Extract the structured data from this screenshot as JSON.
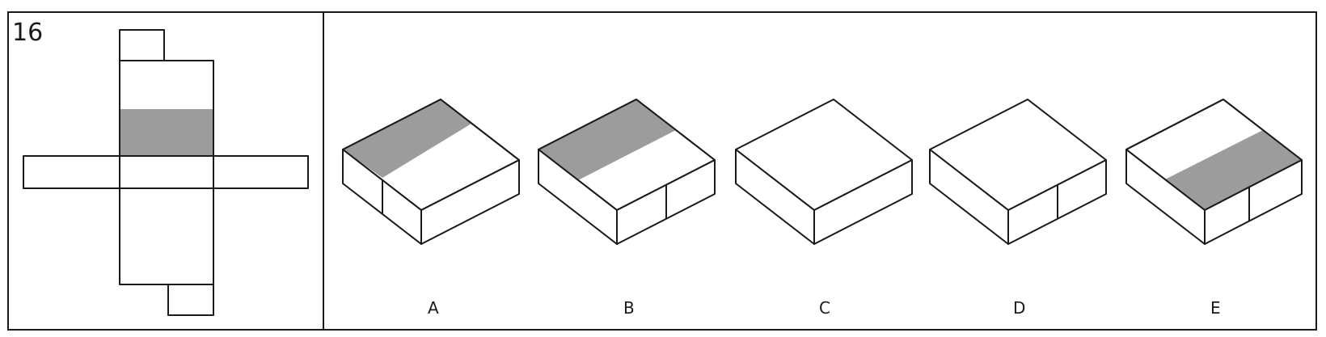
{
  "question": {
    "number": "16",
    "shade_color": "#9c9c9c",
    "line_color": "#1a1a1a"
  },
  "options": [
    {
      "label": "A"
    },
    {
      "label": "B"
    },
    {
      "label": "C"
    },
    {
      "label": "D"
    },
    {
      "label": "E"
    }
  ]
}
